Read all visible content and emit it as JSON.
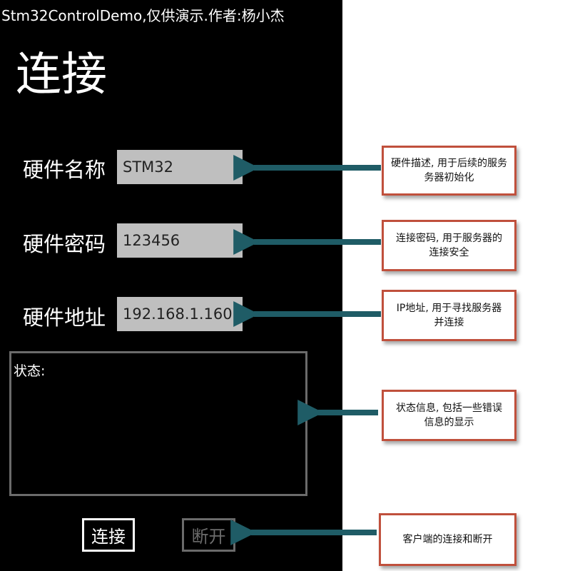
{
  "app": {
    "title": "Stm32ControlDemo,仅供演示.作者:杨小杰",
    "page_title": "连接"
  },
  "fields": {
    "name": {
      "label": "硬件名称",
      "value": "STM32"
    },
    "password": {
      "label": "硬件密码",
      "value": "123456"
    },
    "address": {
      "label": "硬件地址",
      "value": "192.168.1.160"
    }
  },
  "status": {
    "label": "状态:"
  },
  "buttons": {
    "connect": "连接",
    "disconnect": "断开"
  },
  "callouts": {
    "name": {
      "line1": "硬件描述, 用于后续的服务",
      "line2": "务器初始化"
    },
    "password": {
      "line1": "连接密码, 用于服务器的",
      "line2": "连接安全"
    },
    "address": {
      "line1": "IP地址, 用于寻找服务器",
      "line2": "并连接"
    },
    "status": {
      "line1": "状态信息, 包括一些错误",
      "line2": "信息的显示"
    },
    "buttons": {
      "line1": "客户端的连接和断开",
      "line2": ""
    }
  },
  "colors": {
    "app_background": "#000000",
    "input_background": "#bfbfbf",
    "callout_border": "#c0503c",
    "arrow": "#1f5c66"
  }
}
